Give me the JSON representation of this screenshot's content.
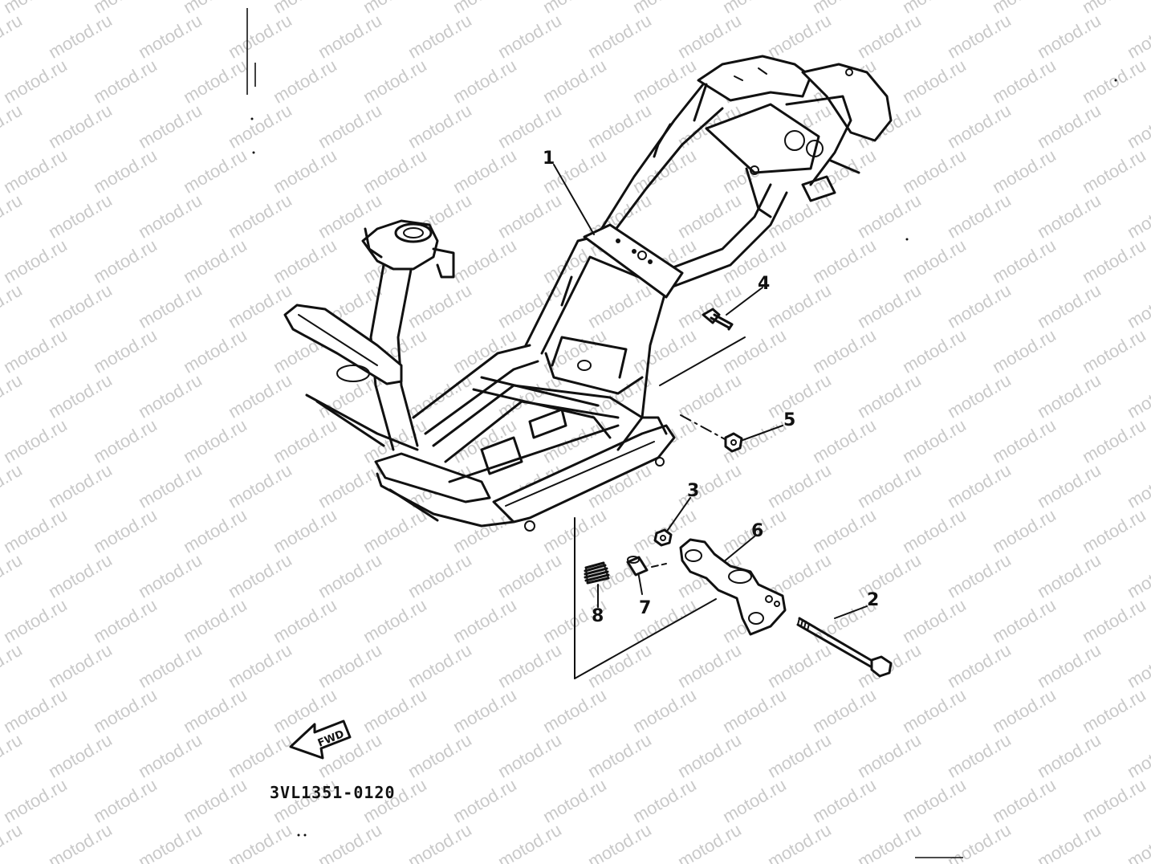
{
  "watermark": {
    "text": "motod.ru"
  },
  "callouts": [
    {
      "id": "1",
      "label": "1"
    },
    {
      "id": "2",
      "label": "2"
    },
    {
      "id": "3",
      "label": "3"
    },
    {
      "id": "4",
      "label": "4"
    },
    {
      "id": "5",
      "label": "5"
    },
    {
      "id": "6",
      "label": "6"
    },
    {
      "id": "7",
      "label": "7"
    },
    {
      "id": "8",
      "label": "8"
    }
  ],
  "fwd_badge": {
    "label": "FWD",
    "icon": "fwd-arrow-icon"
  },
  "part_code": "3VL1351-0120",
  "colors": {
    "line": "#111111",
    "background": "#ffffff",
    "watermark": "#c9c9c9"
  }
}
